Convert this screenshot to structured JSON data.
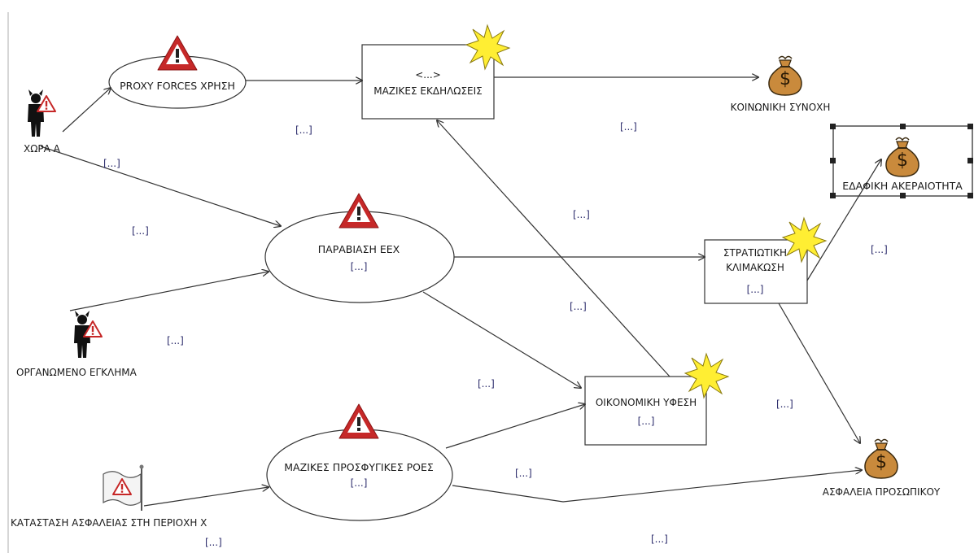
{
  "nodes": {
    "proxy_forces": "PROXY FORCES ΧΡΗΣΗ",
    "mass_events_top": "<...>",
    "mass_events": "ΜΑΖΙΚΕΣ ΕΚΔΗΛΩΣΕΙΣ",
    "social_cohesion": "ΚΟΙΝΩΝΙΚΗ ΣΥΝΟΧΗ",
    "country_a": "ΧΩΡΑ Α",
    "territorial_integrity": "ΕΔΑΦΙΚΗ ΑΚΕΡΑΙΟΤΗΤΑ",
    "eez_violation": "ΠΑΡΑΒΙΑΣΗ ΕΕΧ",
    "eez_violation_sub": "[...]",
    "military_escalation_1": "ΣΤΡΑΤΙΩΤΙΚΗ",
    "military_escalation_2": "ΚΛΙΜΑΚΩΣΗ",
    "military_escalation_sub": "[...]",
    "organized_crime": "ΟΡΓΑΝΩΜΕΝΟ ΕΓΚΛΗΜΑ",
    "recession": "ΟΙΚΟΝΟΜΙΚΗ ΥΦΕΣΗ",
    "recession_sub": "[...]",
    "refugee_flows": "ΜΑΖΙΚΕΣ ΠΡΟΣΦΥΓΙΚΕΣ ΡΟΕΣ",
    "refugee_flows_sub": "[...]",
    "security_situation": "ΚΑΤΑΣΤΑΣΗ ΑΣΦΑΛΕΙΑΣ ΣΤΗ ΠΕΡΙΟΧΗ Χ",
    "personnel_safety": "ΑΣΦΑΛΕΙΑ ΠΡΟΣΩΠΙΚΟΥ"
  },
  "edge_labels": [
    "[...]",
    "[...]",
    "[...]",
    "[...]",
    "[...]",
    "[...]",
    "[...]",
    "[...]",
    "[...]",
    "[...]",
    "[...]",
    "[...]"
  ],
  "icons": {
    "asset": "$",
    "warning": "!"
  },
  "colors": {
    "warning_red": "#c62828",
    "explosion_yellow": "#ffee33",
    "bag_brown": "#c98a3c",
    "line": "#333333",
    "selection": "#222222"
  }
}
